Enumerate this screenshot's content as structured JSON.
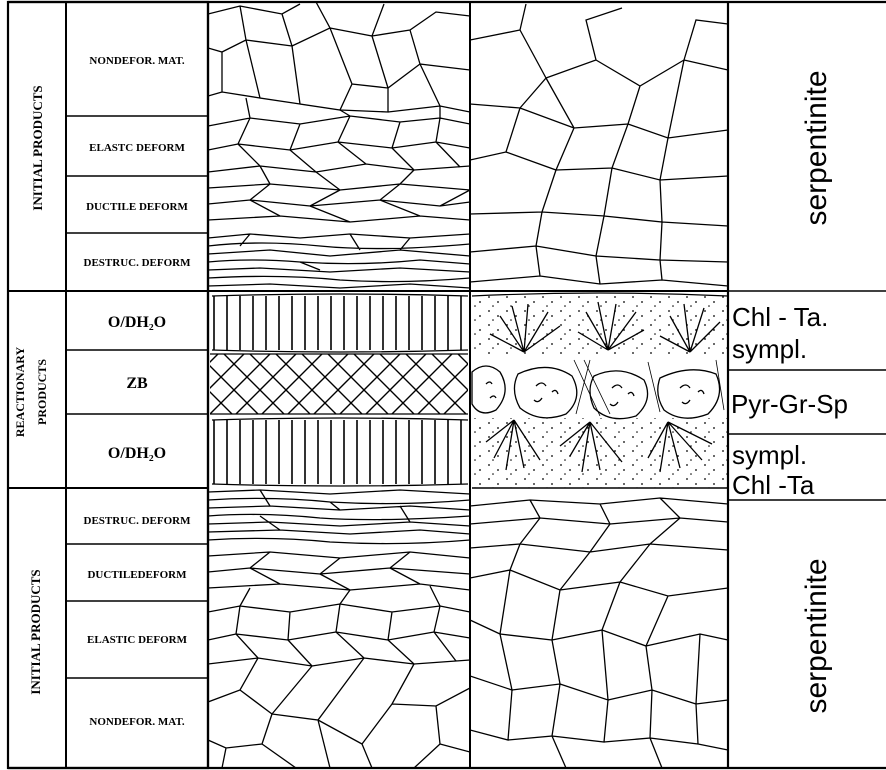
{
  "groups": {
    "top": "INITIAL PRODUCTS",
    "middle_line1": "REACTIONARY",
    "middle_line2": "PRODUCTS",
    "bottom": "INITIAL PRODUCTS"
  },
  "rows": {
    "top_nondefor": "NONDEFOR. MAT.",
    "top_elastic": "ELASTC DEFORM",
    "top_ductile": "DUCTILE DEFORM",
    "top_destruc": "DESTRUC. DEFORM",
    "react_o1": "O/DH₂O",
    "react_zb": "ZB",
    "react_o2": "O/DH₂O",
    "bottom_destruc": "DESTRUC. DEFORM",
    "bottom_ductile": "DUCTILEDEFORM",
    "bottom_elastic": "ELASTIC DEFORM",
    "bottom_nondefor": "NONDEFOR. MAT."
  },
  "right_labels": {
    "serp_top": "serpentinite",
    "chl_ta": "Chl - Ta.",
    "sympl1": "sympl.",
    "pyr": "Pyr-Gr-Sp",
    "sympl2": "sympl.",
    "chl_ta2": "Chl -Ta",
    "serp_bottom": "serpentinite"
  }
}
